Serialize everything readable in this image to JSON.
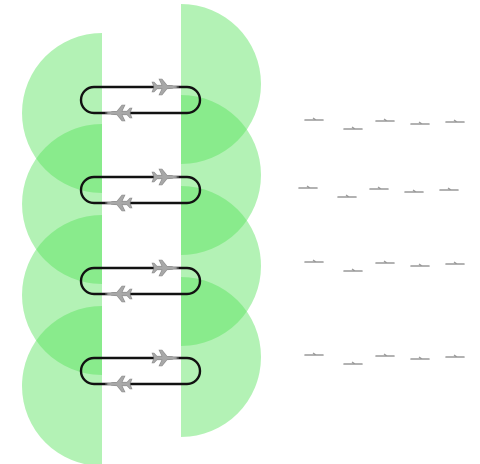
{
  "colors": {
    "background": "#ffffff",
    "coverage_fill": "#56e35a",
    "coverage_opacity": 0.45,
    "orbit_stroke": "#111111",
    "aircraft_fill": "#a8a8a8",
    "incoming_stroke": "#999999"
  },
  "icons": {
    "aircraft": "aircraft-icon",
    "incoming": "incoming-aircraft-icon"
  },
  "tracks": [
    {
      "id": "track-1",
      "orbit": "racetrack-orbit",
      "outbound": "aircraft-outbound",
      "inbound": "aircraft-inbound"
    },
    {
      "id": "track-2",
      "orbit": "racetrack-orbit",
      "outbound": "aircraft-outbound",
      "inbound": "aircraft-inbound"
    },
    {
      "id": "track-3",
      "orbit": "racetrack-orbit",
      "outbound": "aircraft-outbound",
      "inbound": "aircraft-inbound"
    },
    {
      "id": "track-4",
      "orbit": "racetrack-orbit",
      "outbound": "aircraft-outbound",
      "inbound": "aircraft-inbound"
    }
  ],
  "incoming_group_count": 4,
  "incoming_aircraft_per_group": 5
}
